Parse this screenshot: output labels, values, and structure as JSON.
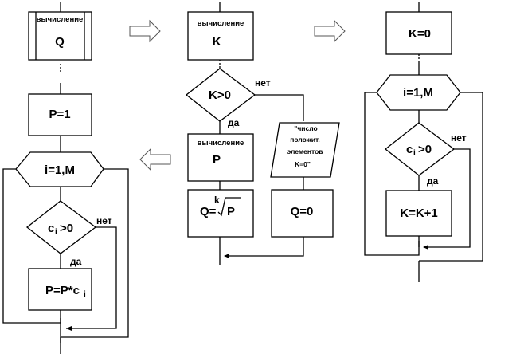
{
  "left": {
    "header_small": "вычисление",
    "header_var": "Q",
    "init": "P=1",
    "loop": "i=1,M",
    "cond": "c",
    "cond_sub": "i",
    "cond_rel": ">0",
    "yes": "да",
    "no": "нет",
    "body": "P=P*c",
    "body_sub": "i"
  },
  "middle": {
    "header_small": "вычисление",
    "header_var": "K",
    "cond": "K>0",
    "yes": "да",
    "no": "нет",
    "calc_small": "вычисление",
    "calc_var": "P",
    "q_lhs": "Q=",
    "q_root_index": "k",
    "q_radicand": "P",
    "else_assign": "Q=0",
    "msg_line1": "\"число",
    "msg_line2": "положит.",
    "msg_line3": "элементов",
    "msg_line4": "K=0\""
  },
  "right": {
    "init": "K=0",
    "loop": "i=1,M",
    "cond": "c",
    "cond_sub": "i",
    "cond_rel": ">0",
    "yes": "да",
    "no": "нет",
    "body": "K=K+1"
  }
}
